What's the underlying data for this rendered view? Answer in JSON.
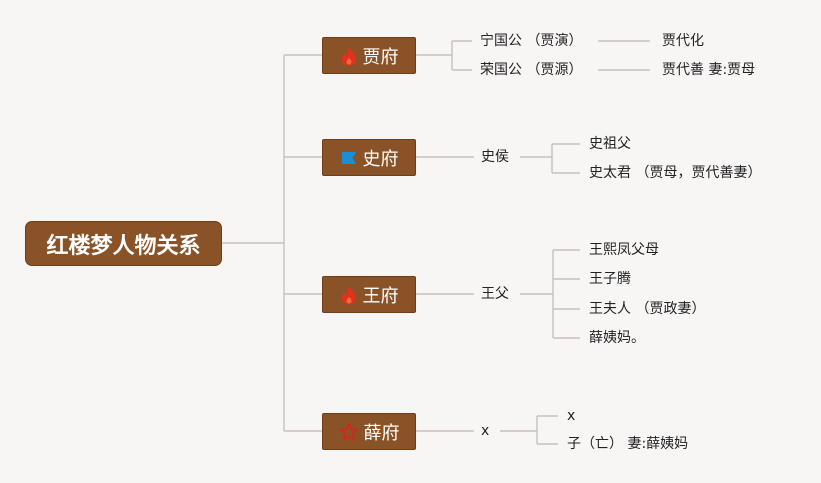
{
  "root": {
    "label": "红楼梦人物关系"
  },
  "branches": [
    {
      "label": "贾府",
      "icon": "fire-icon",
      "level2": [
        {
          "label": "宁国公 （贾演）",
          "child": "贾代化"
        },
        {
          "label": "荣国公 （贾源）",
          "child": "贾代善 妻:贾母"
        }
      ]
    },
    {
      "label": "史府",
      "icon": "flag-icon",
      "level2": [
        {
          "label": "史侯",
          "children": [
            "史祖父",
            "史太君 （贾母，贾代善妻）"
          ]
        }
      ]
    },
    {
      "label": "王府",
      "icon": "fire-icon",
      "level2": [
        {
          "label": "王父",
          "children": [
            "王熙凤父母",
            "王子腾",
            "王夫人 （贾政妻）",
            "薛姨妈。"
          ]
        }
      ]
    },
    {
      "label": "薛府",
      "icon": "star-icon",
      "level2": [
        {
          "label": "x",
          "children": [
            "x",
            "子（亡） 妻:薛姨妈"
          ]
        }
      ]
    }
  ],
  "colors": {
    "node_fill": "#8a5327",
    "line": "#c9bfbb",
    "fire_icon": "#e0321c",
    "flag_icon": "#1a8fd8",
    "star_outline": "#d8231a"
  }
}
